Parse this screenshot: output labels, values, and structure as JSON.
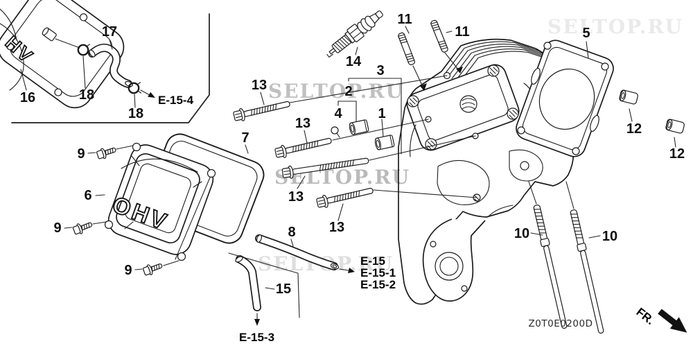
{
  "drawing": {
    "code": "Z0T0E0200D",
    "fr": "FR."
  },
  "watermark": {
    "text": "SELTOP.RU"
  },
  "cover": {
    "logo_main": "OHV",
    "logo_inset": "HV"
  },
  "colors": {
    "line": "#1c1c1c",
    "watermark": "#8d8d8d",
    "paper": "#ffffff"
  },
  "callouts": {
    "c1": "1",
    "c2": "2",
    "c3": "3",
    "c4": "4",
    "c5": "5",
    "c6": "6",
    "c7": "7",
    "c8": "8",
    "c9": "9",
    "c10": "10",
    "c11": "11",
    "c12": "12",
    "c13": "13",
    "c14": "14",
    "c15": "15",
    "c16": "16",
    "c17": "17",
    "c18": "18"
  },
  "refs": {
    "e15": "E-15",
    "e15_1": "E-15-1",
    "e15_2": "E-15-2",
    "e15_3": "E-15-3",
    "e15_4": "E-15-4"
  }
}
